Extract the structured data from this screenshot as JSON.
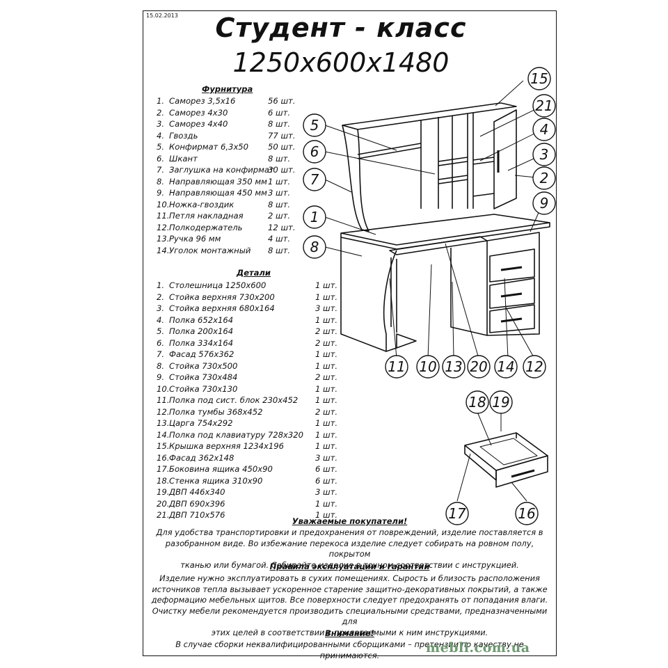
{
  "date": "15.02.2013",
  "title": "Студент - класс",
  "dimensions": "1250x600x1480",
  "hardware": {
    "heading": "Фурнитура",
    "items": [
      {
        "n": "1.",
        "name": "Саморез 3,5х16",
        "qty": "56 шт."
      },
      {
        "n": "2.",
        "name": "Саморез 4х30",
        "qty": "6 шт."
      },
      {
        "n": "3.",
        "name": "Саморез 4х40",
        "qty": "8 шт."
      },
      {
        "n": "4.",
        "name": "Гвоздь",
        "qty": "77 шт."
      },
      {
        "n": "5.",
        "name": "Конфирмат 6,3х50",
        "qty": "50 шт."
      },
      {
        "n": "6.",
        "name": "Шкант",
        "qty": "8 шт."
      },
      {
        "n": "7.",
        "name": "Заглушка на конфирмат",
        "qty": "30 шт."
      },
      {
        "n": "8.",
        "name": "Направляющая 350 мм",
        "qty": "1 шт."
      },
      {
        "n": "9.",
        "name": "Направляющая 450 мм",
        "qty": "3 шт."
      },
      {
        "n": "10.",
        "name": "Ножка-гвоздик",
        "qty": "8 шт."
      },
      {
        "n": "11.",
        "name": "Петля накладная",
        "qty": "2 шт."
      },
      {
        "n": "12.",
        "name": "Полкодержатель",
        "qty": "12 шт."
      },
      {
        "n": "13.",
        "name": "Ручка 96 мм",
        "qty": "4 шт."
      },
      {
        "n": "14.",
        "name": "Уголок монтажный",
        "qty": "8 шт."
      }
    ]
  },
  "parts": {
    "heading": "Детали",
    "items": [
      {
        "n": "1.",
        "name": "Столешница 1250х600",
        "qty": "1 шт."
      },
      {
        "n": "2.",
        "name": "Стойка верхняя 730х200",
        "qty": "1 шт."
      },
      {
        "n": "3.",
        "name": "Стойка верхняя 680х164",
        "qty": "3 шт."
      },
      {
        "n": "4.",
        "name": "Полка 652х164",
        "qty": "1 шт."
      },
      {
        "n": "5.",
        "name": "Полка 200х164",
        "qty": "2 шт."
      },
      {
        "n": "6.",
        "name": "Полка 334х164",
        "qty": "2 шт."
      },
      {
        "n": "7.",
        "name": "Фасад 576х362",
        "qty": "1 шт."
      },
      {
        "n": "8.",
        "name": "Стойка 730х500",
        "qty": "1 шт."
      },
      {
        "n": "9.",
        "name": "Стойка 730х484",
        "qty": "2 шт."
      },
      {
        "n": "10.",
        "name": "Стойка 730х130",
        "qty": "1 шт."
      },
      {
        "n": "11.",
        "name": "Полка под сист. блок 230х452",
        "qty": "1 шт."
      },
      {
        "n": "12.",
        "name": "Полка тумбы 368х452",
        "qty": "2 шт."
      },
      {
        "n": "13.",
        "name": "Царга 754х292",
        "qty": "1 шт."
      },
      {
        "n": "14.",
        "name": "Полка под клавиатуру 728х320",
        "qty": "1 шт."
      },
      {
        "n": "15.",
        "name": "Крышка верхняя 1234х196",
        "qty": "1 шт."
      },
      {
        "n": "16.",
        "name": "Фасад 362х148",
        "qty": "3 шт."
      },
      {
        "n": "17.",
        "name": "Боковина ящика 450х90",
        "qty": "6 шт."
      },
      {
        "n": "18.",
        "name": "Стенка ящика 310х90",
        "qty": "6 шт."
      },
      {
        "n": "19.",
        "name": "ДВП 446х340",
        "qty": "3 шт."
      },
      {
        "n": "20.",
        "name": "ДВП 690х396",
        "qty": "1 шт."
      },
      {
        "n": "21.",
        "name": "ДВП 710х576",
        "qty": "1 шт."
      }
    ]
  },
  "callouts": [
    "15",
    "21",
    "4",
    "5",
    "3",
    "6",
    "2",
    "7",
    "9",
    "1",
    "8",
    "11",
    "10",
    "13",
    "20",
    "14",
    "12",
    "18",
    "19",
    "17",
    "16"
  ],
  "notice": {
    "heading": "Уважаемые покупатели!",
    "lines": [
      "Для удобства транспортировки  и предохранения от повреждений, изделие поставляется в",
      "разобранном виде. Во избежание перекоса изделие следует собирать на ровном полу, покрытом",
      "тканью или бумагой. Собирайте изделие в точном соответствии с инструкцией."
    ]
  },
  "rules": {
    "heading": "Правила эксплуатации и гарантии",
    "lines": [
      "Изделие нужно эксплуатировать в сухих помещениях. Сырость и близость расположения",
      "источников тепла вызывает ускоренное старение защитно-декоративных покрытий, а также",
      "деформацию мебельных щитов. Все поверхности следует предохранять от попадания влаги.",
      "Очистку мебели рекомендуется производить специальными средствами, предназначенными для",
      "этих целей в соответствии с прилагаемыми к ним инструкциями."
    ]
  },
  "warning": {
    "heading": "Внимание!",
    "line": "В случае сборки неквалифицированными сборщиками – претензии по качеству не принимаются."
  },
  "watermark": "mebli.com.ua"
}
